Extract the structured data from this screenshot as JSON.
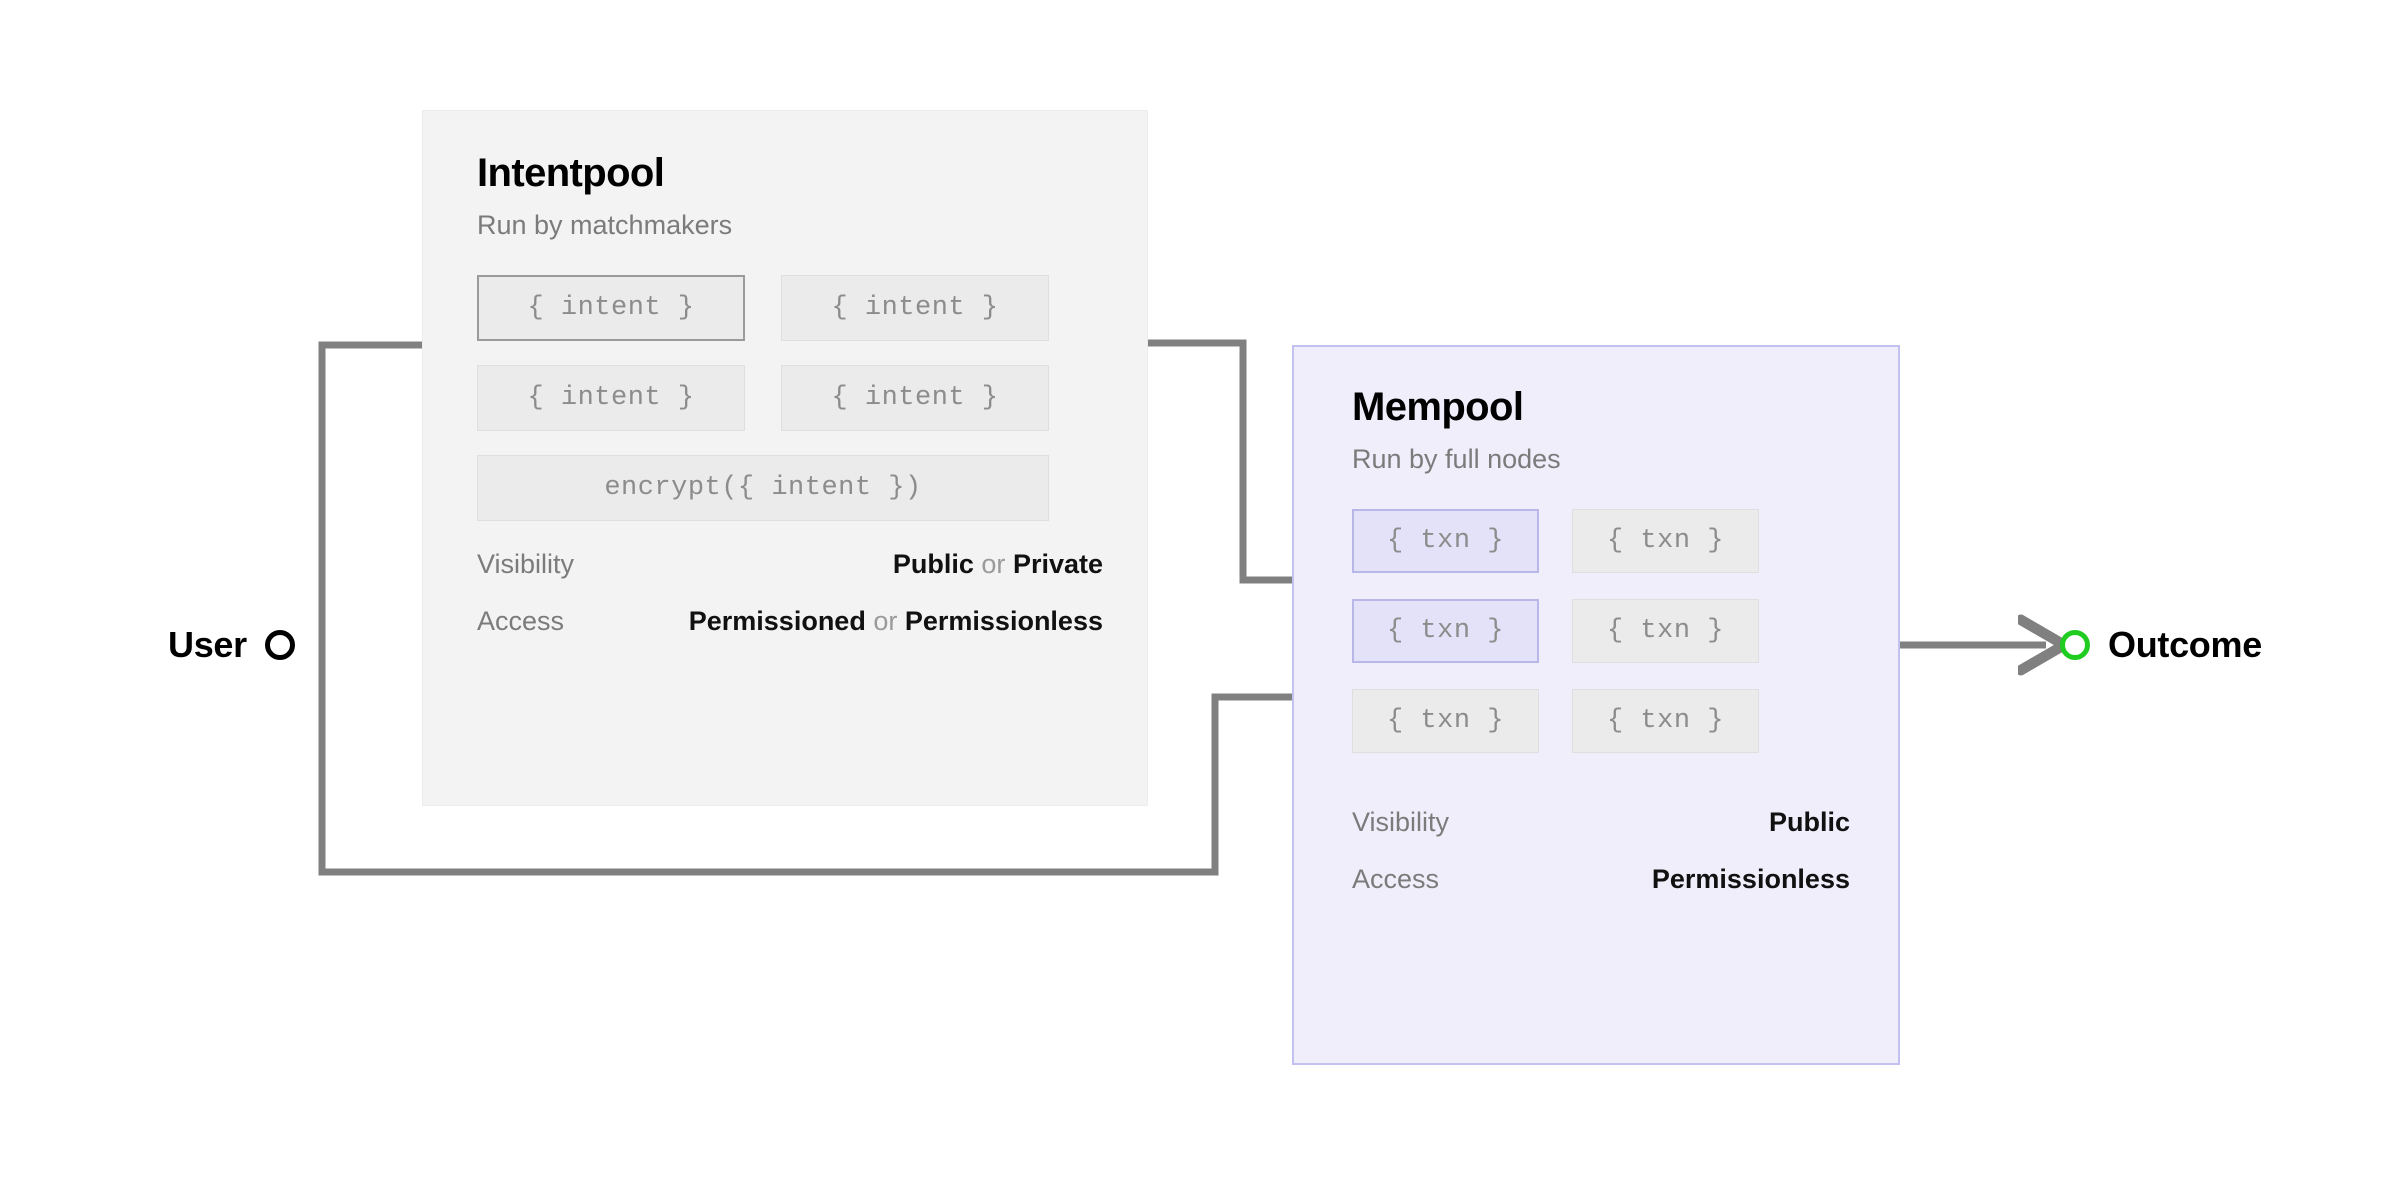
{
  "diagram": {
    "title_hidden": "",
    "wire_color": "#808080",
    "panels": [
      {
        "id": "intentpool",
        "title": "Intentpool",
        "subtitle": "Run by matchmakers",
        "background": "#f3f3f3",
        "border": "#ececec",
        "boxes": [
          {
            "label": "{ intent }",
            "active": true
          },
          {
            "label": "{ intent }",
            "active": false
          },
          {
            "label": "{ intent }",
            "active": false
          },
          {
            "label": "{ intent }",
            "active": false
          }
        ],
        "wide_box": {
          "label": "encrypt({ intent })",
          "active": false
        },
        "attributes": [
          {
            "label": "Visibility",
            "values": [
              "Public",
              "Private"
            ],
            "separator": "or"
          },
          {
            "label": "Access",
            "values": [
              "Permissioned",
              "Permissionless"
            ],
            "separator": "or"
          }
        ]
      },
      {
        "id": "mempool",
        "title": "Mempool",
        "subtitle": "Run by full nodes",
        "background": "#f0eefb",
        "border": "#c3c1ef",
        "boxes": [
          {
            "label": "{ txn }",
            "active": true
          },
          {
            "label": "{ txn }",
            "active": false
          },
          {
            "label": "{ txn }",
            "active": true
          },
          {
            "label": "{ txn }",
            "active": false
          },
          {
            "label": "{ txn }",
            "active": false
          },
          {
            "label": "{ txn }",
            "active": false
          }
        ],
        "attributes": [
          {
            "label": "Visibility",
            "values": [
              "Public"
            ],
            "separator": ""
          },
          {
            "label": "Access",
            "values": [
              "Permissionless"
            ],
            "separator": ""
          }
        ]
      }
    ],
    "nodes": [
      {
        "id": "user",
        "label": "User",
        "dot_color": "#000000",
        "dot_position": "right"
      },
      {
        "id": "outcome",
        "label": "Outcome",
        "dot_color": "#1fcc1f",
        "dot_position": "left"
      }
    ]
  }
}
